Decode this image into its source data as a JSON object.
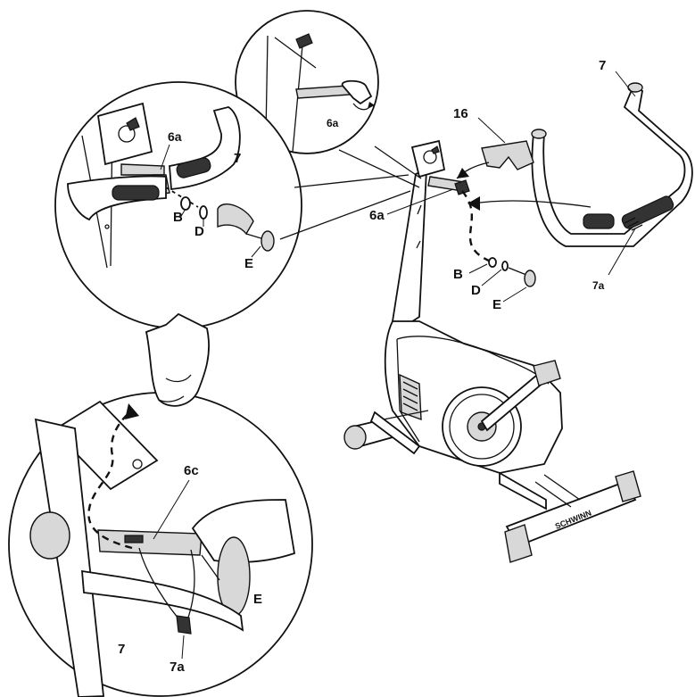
{
  "labels": {
    "l7_top": "7",
    "l16": "16",
    "l6a_main": "6a",
    "l7a_main": "7a",
    "lB_main": "B",
    "lD_main": "D",
    "lE_main": "E",
    "l6a_topcircle": "6a",
    "l6a_left": "6a",
    "l7_left": "7",
    "lB_left": "B",
    "lD_left": "D",
    "lE_left": "E",
    "l6c": "6c",
    "lE_bottom": "E",
    "l7_bottom": "7",
    "l7a_bottom": "7a"
  },
  "brand": {
    "logo": "SCHWINN"
  }
}
